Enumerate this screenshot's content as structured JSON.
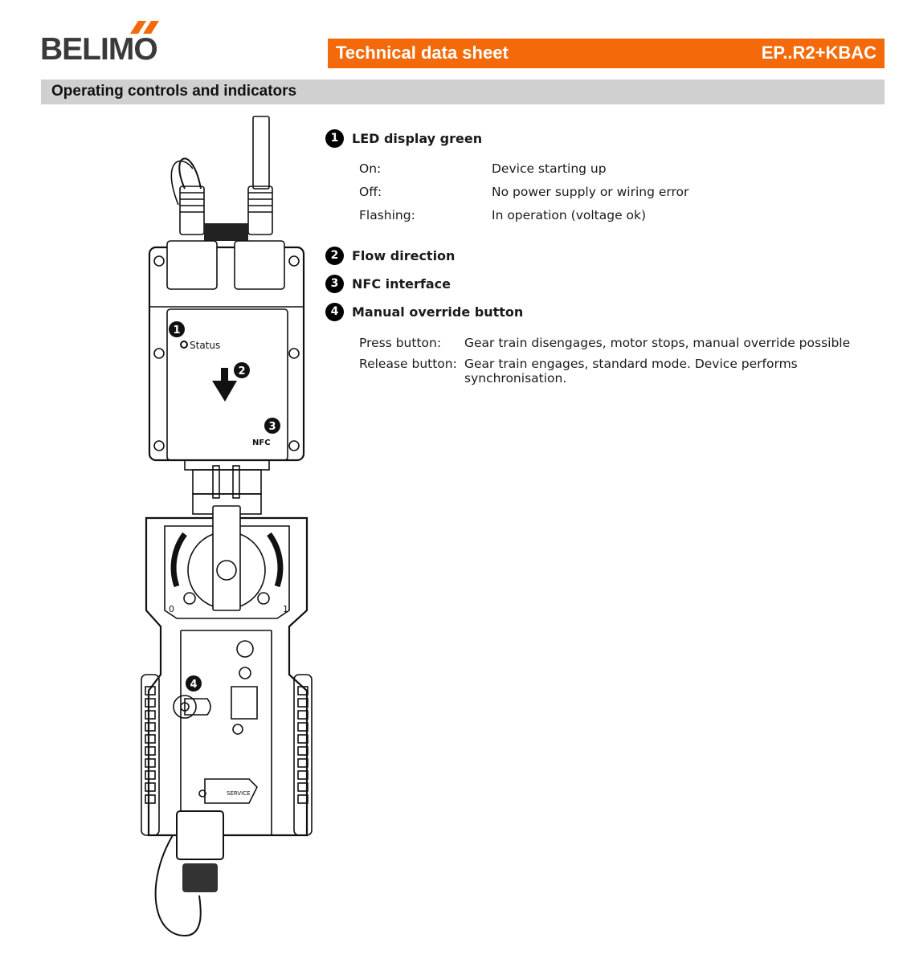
{
  "brand": {
    "name": "BELIMO",
    "accent": "#f46a0a",
    "gray": "#3a3a3a"
  },
  "header": {
    "title": "Technical data sheet",
    "model": "EP..R2+KBAC"
  },
  "section": {
    "title": "Operating controls and indicators"
  },
  "diagram": {
    "callouts": [
      "1",
      "2",
      "3",
      "4"
    ],
    "status_label": "Status",
    "nfc_label": "NFC",
    "service_label": "SERVICE",
    "scale_labels": [
      "0",
      "1"
    ]
  },
  "items": [
    {
      "number": "1",
      "title": "LED display green",
      "rows": [
        {
          "label": "On:",
          "value": "Device starting up"
        },
        {
          "label": "Off:",
          "value": "No power supply or wiring error"
        },
        {
          "label": "Flashing:",
          "value": "In operation (voltage ok)"
        }
      ]
    },
    {
      "number": "2",
      "title": "Flow direction",
      "rows": []
    },
    {
      "number": "3",
      "title": "NFC interface",
      "rows": []
    },
    {
      "number": "4",
      "title": "Manual override button",
      "rows": [
        {
          "label": "Press button:",
          "value": "Gear train disengages, motor stops, manual override possible"
        },
        {
          "label": "Release button:",
          "value": "Gear train engages, standard mode. Device performs synchronisation."
        }
      ]
    }
  ]
}
